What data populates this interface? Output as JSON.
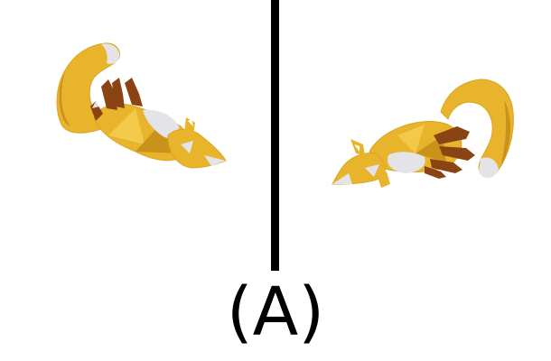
{
  "caption": "(A)",
  "colors": {
    "background": "#ffffff",
    "divider": "#000000",
    "fur": "#e8b42c",
    "fur_dark": "#c9921a",
    "fur_light": "#f2c94a",
    "belly": "#e4e4e8",
    "legs": "#8a4414",
    "caption": "#000000"
  },
  "panels": [
    {
      "name": "left-view",
      "subject": "low-poly-fox-icon",
      "pose": "lying-on-back"
    },
    {
      "name": "right-view",
      "subject": "low-poly-fox-icon",
      "pose": "lying-on-side"
    }
  ]
}
